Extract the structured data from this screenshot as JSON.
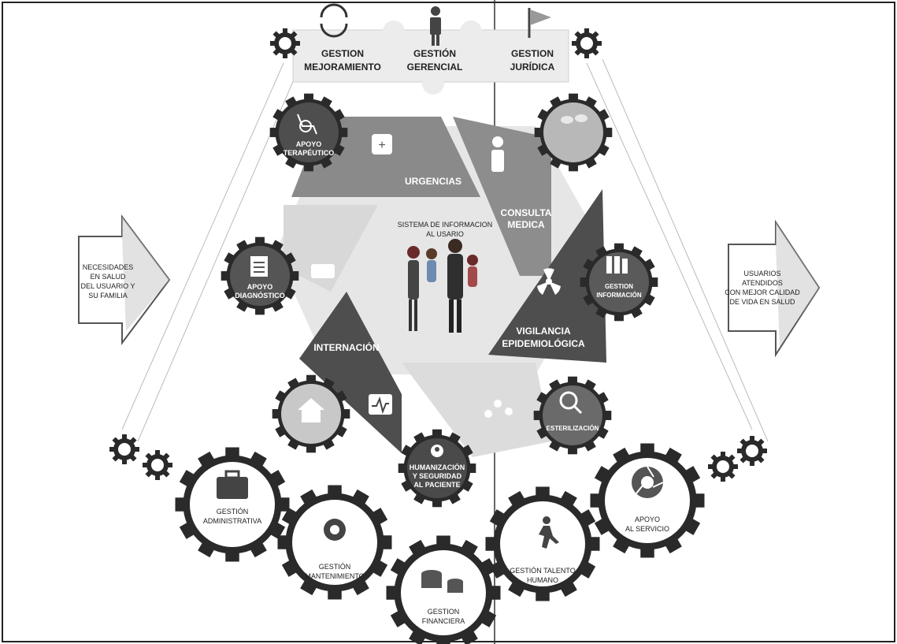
{
  "top_processes": [
    {
      "line1": "GESTION",
      "line2": "MEJORAMIENTO",
      "icon": "cycle-icon"
    },
    {
      "line1": "GESTIÓN",
      "line2": "GERENCIAL",
      "icon": "person-icon"
    },
    {
      "line1": "GESTION",
      "line2": "JURÍDICA",
      "icon": "flag-icon"
    }
  ],
  "left_arrow": [
    "NECESIDADES",
    "EN SALUD",
    "DEL USUARIO Y",
    "SU FAMILIA"
  ],
  "right_arrow": [
    "USUARIOS",
    "ATENDIDOS",
    "CON MEJOR CALIDAD",
    "DE VIDA EN SALUD"
  ],
  "center": {
    "line1": "SISTEMA DE INFORMACION",
    "line2": "AL USARIO"
  },
  "segments": {
    "urgencias": "URGENCIAS",
    "consulta": [
      "CONSULTA",
      "MEDICA"
    ],
    "vigilancia": [
      "VIGILANCIA",
      "EPIDEMIOLÓGICA"
    ],
    "internacion": "INTERNACIÓN"
  },
  "ring_gears": {
    "apoyo_terapeutico": [
      "APOYO",
      "TERAPÉUTICO"
    ],
    "apoyo_diagnostico": [
      "APOYO",
      "DIAGNÓSTICO"
    ],
    "gestion_informacion": [
      "GESTION",
      "INFORMACIÓN"
    ],
    "esterilizacion": "ESTERILIZACIÓN",
    "humanizacion": [
      "HUMANIZACIÓN",
      "Y SEGURIDAD",
      "AL PACIENTE"
    ]
  },
  "bottom_gears": [
    {
      "line1": "GESTIÓN",
      "line2": "ADMINISTRATIVA",
      "icon": "briefcase-icon"
    },
    {
      "line1": "GESTIÓN",
      "line2": "MANTENIMIENTO",
      "icon": "gear-icon"
    },
    {
      "line1": "GESTION",
      "line2": "FINANCIERA",
      "icon": "coins-icon"
    },
    {
      "line1": "GESTIÓN TALENTO",
      "line2": "HUMANO",
      "icon": "runner-icon"
    },
    {
      "line1": "APOYO",
      "line2": "AL SERVICIO",
      "icon": "aperture-icon"
    }
  ],
  "colors": {
    "dark_gray": "#4e4e4e",
    "mid_gray": "#8a8a8a",
    "light_gray": "#d4d4d4",
    "gear_black": "#2a2a2a"
  }
}
